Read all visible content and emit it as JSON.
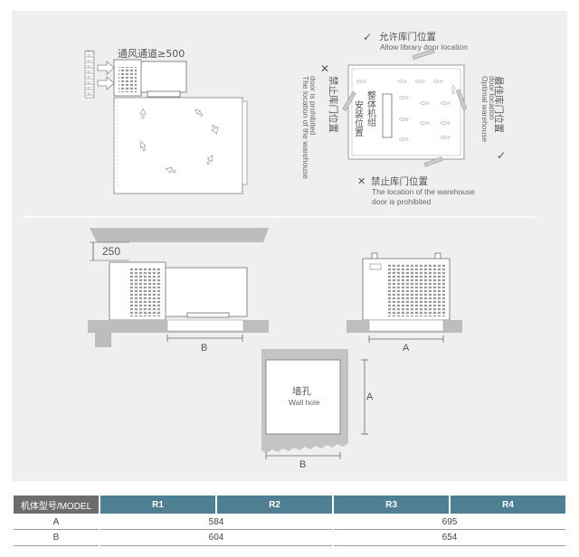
{
  "top_left": {
    "vent_label": "通风通道≥500"
  },
  "top_right": {
    "allow_cn": "允许库门位置",
    "allow_en": "Allow library door location",
    "prohibit_left_cn": "禁止库门位置",
    "prohibit_left_en": "The location of the warehouse door is prohibited",
    "optimal_cn": "最佳库门位置",
    "optimal_en": "Optimal warehouse door location",
    "prohibit_bottom_cn": "禁止库门位置",
    "prohibit_bottom_en_1": "The location of the warehouse",
    "prohibit_bottom_en_2": "door is prohibited",
    "unit_cn": "整体机组",
    "install_cn": "安装位置"
  },
  "middle": {
    "clearance": "250",
    "dim_b": "B",
    "dim_a": "A"
  },
  "wall_hole": {
    "cn": "墙孔",
    "en": "Wall hole",
    "dim_a": "A",
    "dim_b": "B"
  },
  "table": {
    "header_model": "机体型号/MODEL",
    "columns": [
      "R1",
      "R2",
      "R3",
      "R4"
    ],
    "rows": [
      {
        "label": "A",
        "group1": "584",
        "group2": "695"
      },
      {
        "label": "B",
        "group1": "604",
        "group2": "654"
      }
    ]
  },
  "colors": {
    "panel_bg": "#efefef",
    "header_blue": "#4f7f93",
    "header_gray": "#6d6d6d"
  }
}
